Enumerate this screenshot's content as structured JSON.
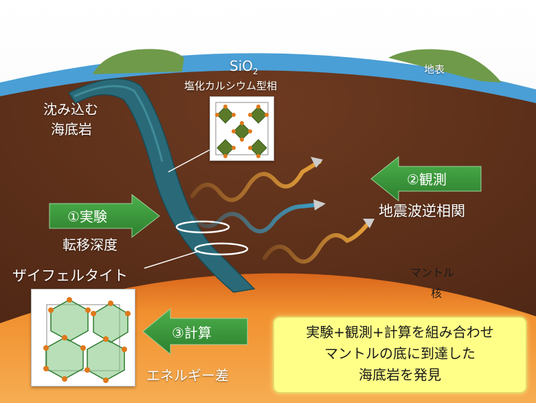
{
  "labels": {
    "sio2": "SiO",
    "sio2_sub": "2",
    "sio2_phase": "塩化カルシウム型相",
    "slab_line1": "沈み込む",
    "slab_line2": "海底岩",
    "surface": "地表",
    "experiment": "①実験",
    "transition_depth": "転移深度",
    "observation": "②観測",
    "seismic": "地震波逆相関",
    "seifertite": "ザイフェルタイト",
    "mantle": "マントル",
    "core": "核",
    "calculation": "③計算",
    "energy_diff": "エネルギー差"
  },
  "summary": {
    "line1": "実験+観測+計算を組み合わせ",
    "line2": "マントルの底に到達した",
    "line3": "海底岩を発見"
  },
  "colors": {
    "mantle": "#5a2e1a",
    "core": "#e9832a",
    "arrow_green": "#3a9a3a",
    "slab": "#2a6a78",
    "summary_bg": "#ffff88"
  }
}
